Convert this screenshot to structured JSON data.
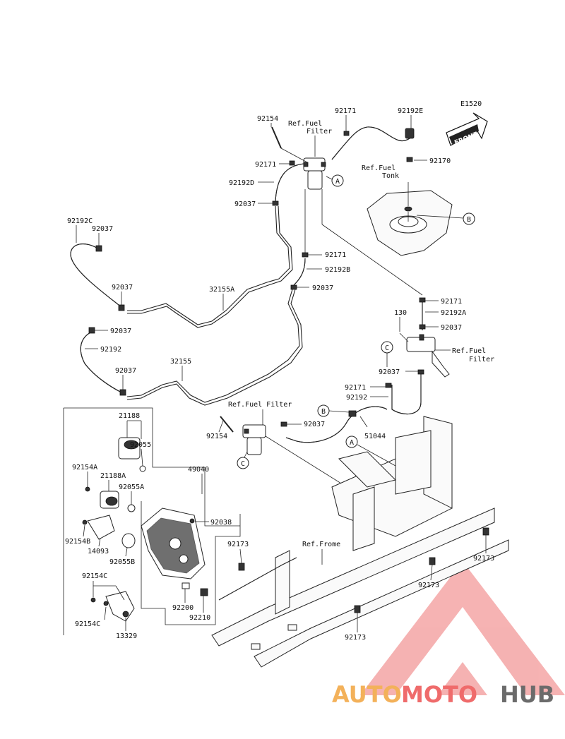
{
  "diagram_code": "E1520",
  "front_label": "FRONT",
  "parts": {
    "p92154_top": "92154",
    "p92171_top": "92171",
    "p92192E": "92192E",
    "p92170": "92170",
    "p92171_left": "92171",
    "p92192D": "92192D",
    "p92037_a": "92037",
    "p92192C": "92192C",
    "p92037_b": "92037",
    "p92171_mid": "92171",
    "p92192B": "92192B",
    "p92037_c": "92037",
    "p92037_d": "92037",
    "p32155A": "32155A",
    "p92037_e": "92037",
    "p92192": "92192",
    "p92037_f": "92037",
    "p32155": "32155",
    "p92171_right": "92171",
    "p92192A": "92192A",
    "p130": "130",
    "p92037_g": "92037",
    "p92037_h": "92037",
    "p92171_low": "92171",
    "p92192_low": "92192",
    "p92037_i": "92037",
    "p51044": "51044",
    "p92154_mid": "92154",
    "p21188": "21188",
    "p92055": "92055",
    "p49040": "49040",
    "p92154A": "92154A",
    "p21188A": "21188A",
    "p92055A": "92055A",
    "p92038": "92038",
    "p92154B": "92154B",
    "p14093": "14093",
    "p92055B": "92055B",
    "p92173_a": "92173",
    "p92173_b": "92173",
    "p92173_c": "92173",
    "p92173_d": "92173",
    "p92154C": "92154C",
    "p92154C_2": "92154C",
    "p13329": "13329",
    "p92200": "92200",
    "p92210": "92210"
  },
  "refs": {
    "fuel_filter_top_1": "Ref.Fuel",
    "fuel_filter_top_2": "Filter",
    "fuel_tank_1": "Ref.Fuel",
    "fuel_tank_2": "Tonk",
    "fuel_filter_right_1": "Ref.Fuel",
    "fuel_filter_right_2": "Filter",
    "fuel_filter_mid": "Ref.Fuel Filter",
    "frame": "Ref.Frome"
  },
  "callouts": {
    "A": "A",
    "B": "B",
    "C": "C"
  },
  "watermark": {
    "part1": "AUTO",
    "part2": "MOTO",
    "part3": "HUB"
  }
}
